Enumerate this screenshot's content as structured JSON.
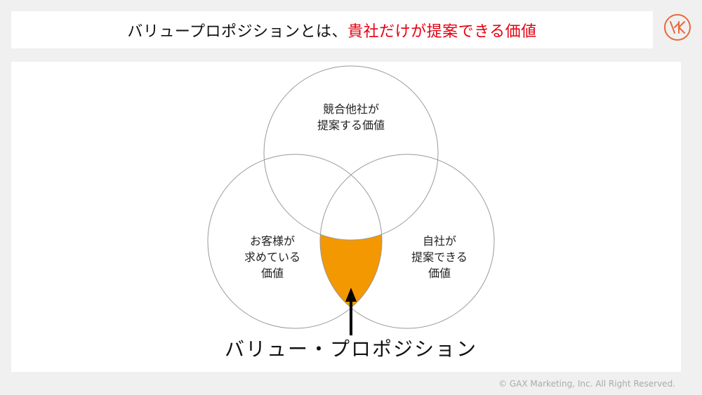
{
  "header": {
    "title_prefix": "バリュープロポジションとは、",
    "title_highlight": "貴社だけが提案できる価値"
  },
  "diagram": {
    "circle_top": [
      "競合他社が",
      "提案する価値"
    ],
    "circle_left": [
      "お客様が",
      "求めている",
      "価値"
    ],
    "circle_right": [
      "自社が",
      "提案できる",
      "価値"
    ],
    "pointer_label": "バリュー・プロポジション"
  },
  "footer": {
    "copyright": "© GAX Marketing, Inc. All Right Reserved."
  },
  "colors": {
    "accent": "#e60012",
    "highlight_fill": "#f39800",
    "logo": "#e8683a"
  }
}
